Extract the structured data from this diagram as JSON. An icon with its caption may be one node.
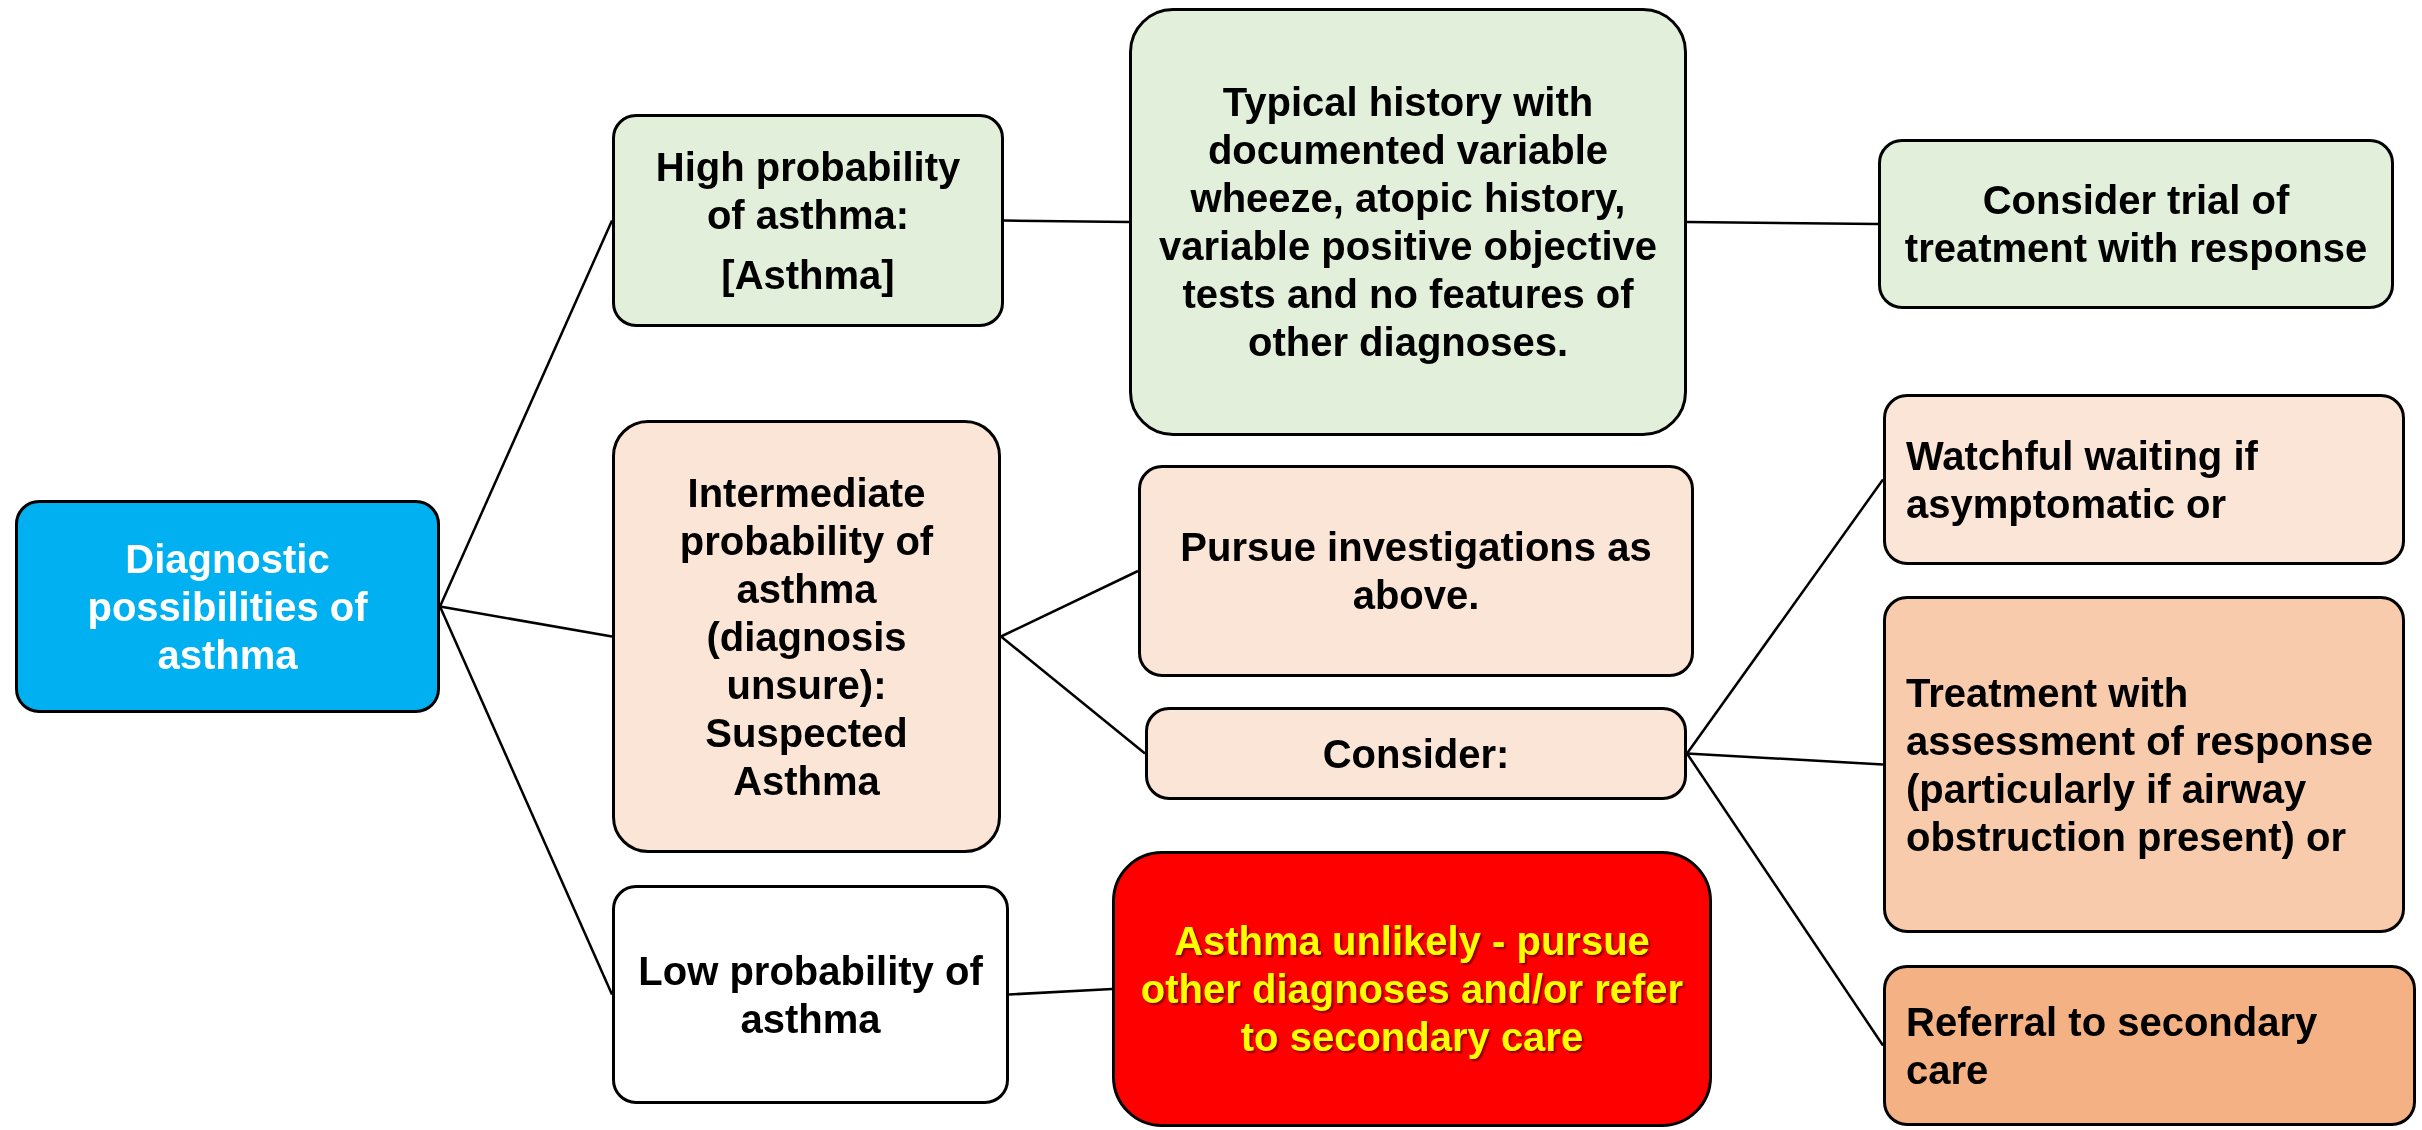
{
  "diagram": {
    "nodes": [
      {
        "text": [
          "Diagnostic possibilities of asthma"
        ]
      },
      {
        "text": [
          "High probability of asthma:",
          "[Asthma]"
        ]
      },
      {
        "text": [
          "Typical history with documented variable wheeze, atopic history, variable positive objective tests and no features of other diagnoses."
        ]
      },
      {
        "text": [
          "Consider trial of treatment with response"
        ]
      },
      {
        "text": [
          "Intermediate probability of asthma (diagnosis unsure): Suspected Asthma"
        ]
      },
      {
        "text": [
          "Pursue investigations as above."
        ]
      },
      {
        "text": [
          "Consider:"
        ]
      },
      {
        "text": [
          "Watchful waiting if asymptomatic or"
        ]
      },
      {
        "text": [
          "Treatment with assessment of response (particularly if airway obstruction present) or"
        ]
      },
      {
        "text": [
          "Referral to secondary care"
        ]
      },
      {
        "text": [
          "Low probability of asthma"
        ]
      },
      {
        "text": [
          "Asthma unlikely - pursue other diagnoses and/or refer to secondary care"
        ]
      }
    ],
    "edges": [
      {
        "from": 0,
        "to": 1,
        "arrow": "none"
      },
      {
        "from": 0,
        "to": 4,
        "arrow": "none"
      },
      {
        "from": 0,
        "to": 10,
        "arrow": "none"
      },
      {
        "from": 1,
        "to": 2,
        "arrow": "none"
      },
      {
        "from": 2,
        "to": 3,
        "arrow": "none"
      },
      {
        "from": 4,
        "to": 5,
        "arrow": "none"
      },
      {
        "from": 4,
        "to": 6,
        "arrow": "none"
      },
      {
        "from": 6,
        "to": 7,
        "arrow": "none"
      },
      {
        "from": 6,
        "to": 8,
        "arrow": "none"
      },
      {
        "from": 6,
        "to": 9,
        "arrow": "none"
      },
      {
        "from": 10,
        "to": 11,
        "arrow": "none"
      }
    ]
  }
}
